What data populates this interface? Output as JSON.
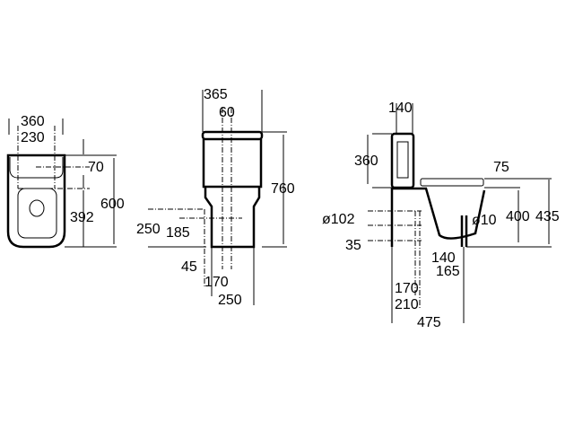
{
  "front_view": {
    "width_outer": "360",
    "width_inner": "230",
    "top_offset": "70",
    "hole_to_front": "392",
    "depth": "600"
  },
  "side_view": {
    "width_total": "365",
    "tank_spacing": "60",
    "height": "760",
    "inlet_height": "250",
    "inlet_height2": "185",
    "offset_45": "45",
    "offset_170": "170",
    "base_width": "250"
  },
  "profile_view": {
    "tank_depth": "140",
    "tank_height": "360",
    "seat_thickness": "75",
    "bowl_height": "400",
    "seat_height": "435",
    "outlet_diameter": "ø102",
    "fixing_diameter": "ø10",
    "outlet_height": "35",
    "dim_140": "140",
    "dim_165": "165",
    "dim_170": "170",
    "dim_210": "210",
    "overall_depth": "475"
  }
}
